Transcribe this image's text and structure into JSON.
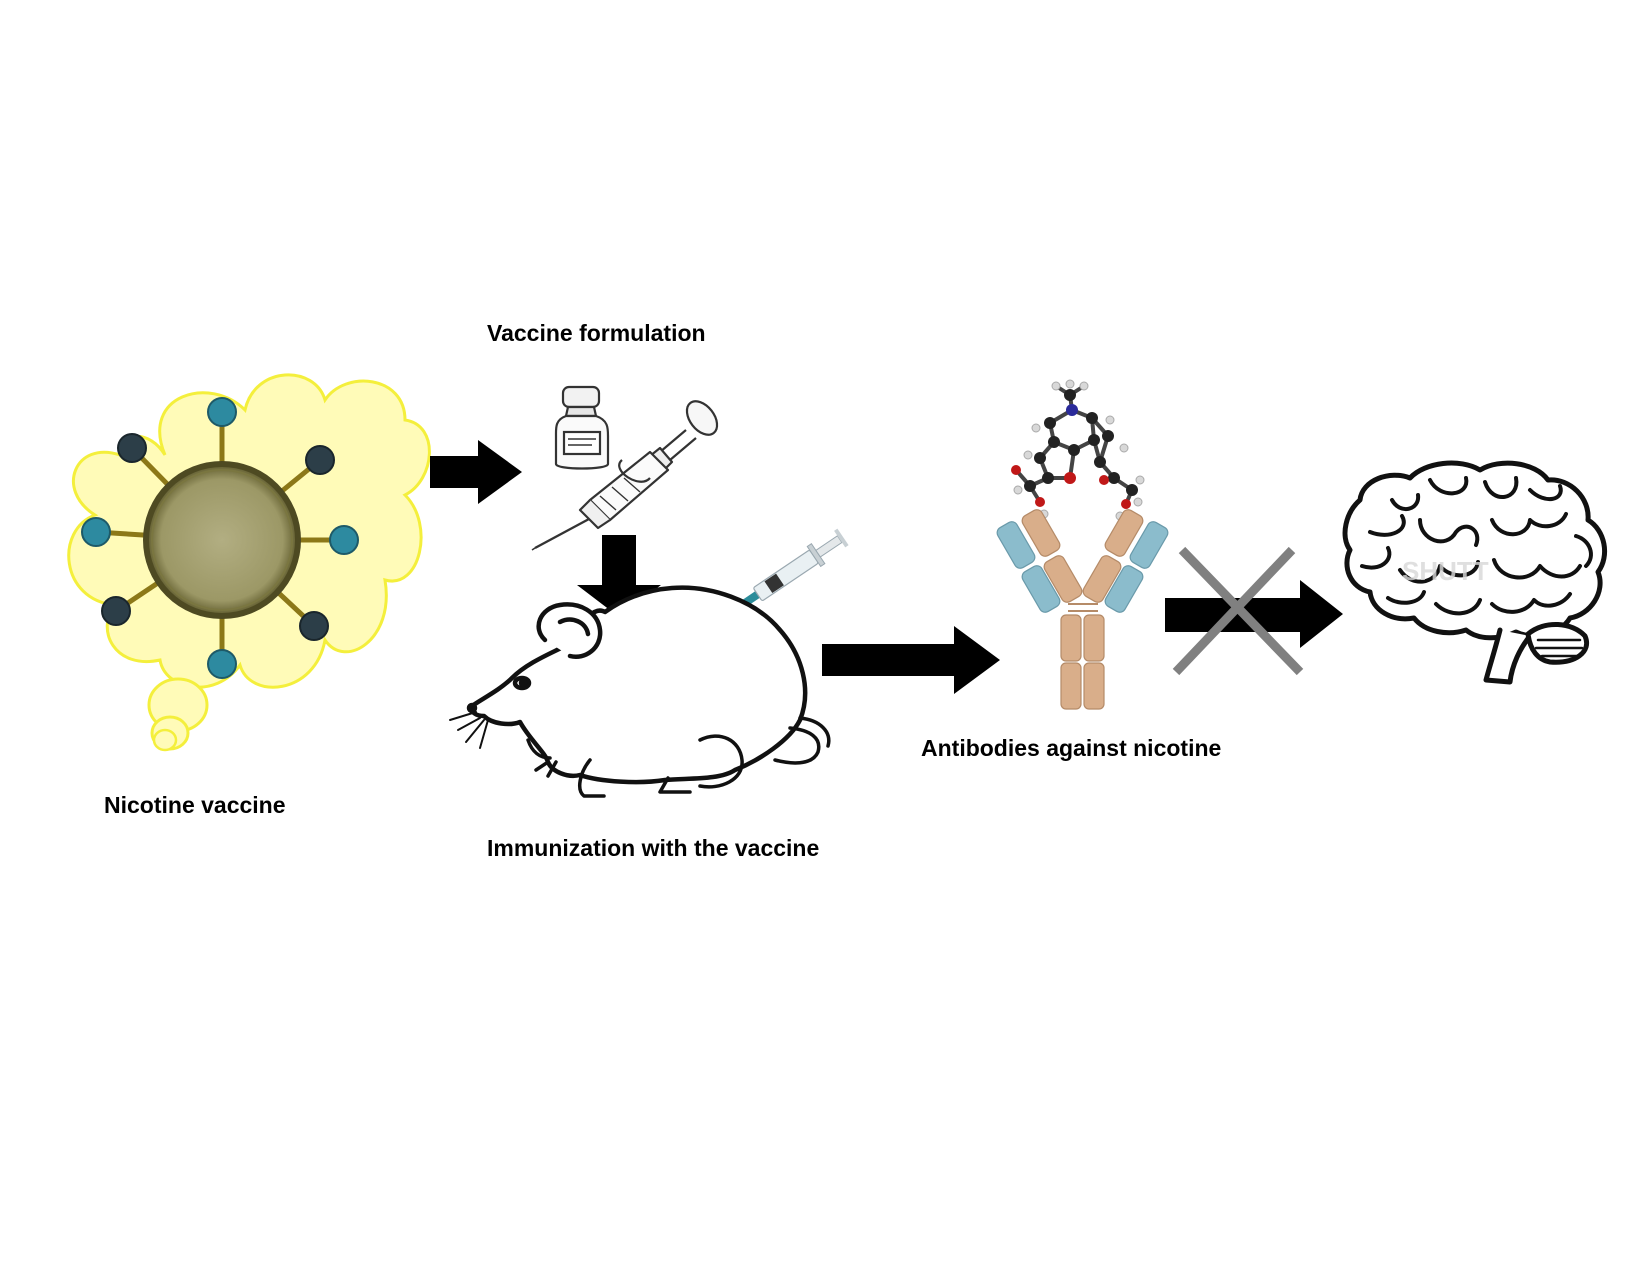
{
  "labels": {
    "nicotine_vaccine": "Nicotine vaccine",
    "vaccine_formulation": "Vaccine formulation",
    "immunization": "Immunization with the vaccine",
    "antibodies": "Antibodies against nicotine"
  },
  "colors": {
    "cloud_fill": "#fffbb8",
    "cloud_stroke": "#f4ef3c",
    "core_fill": "#a3a070",
    "core_stroke": "#4e4a22",
    "spoke": "#8c7818",
    "hapten_teal": "#2d8aa0",
    "hapten_dark": "#2c3e48",
    "arrow": "#000000",
    "cross": "#808080",
    "antibody_tan": "#d9ae8a",
    "antibody_blue": "#8bbccc"
  },
  "icons": [
    "vial-icon",
    "syringe-icon",
    "mouse-icon",
    "nicotine-molecule-icon",
    "antibody-icon",
    "brain-icon"
  ]
}
